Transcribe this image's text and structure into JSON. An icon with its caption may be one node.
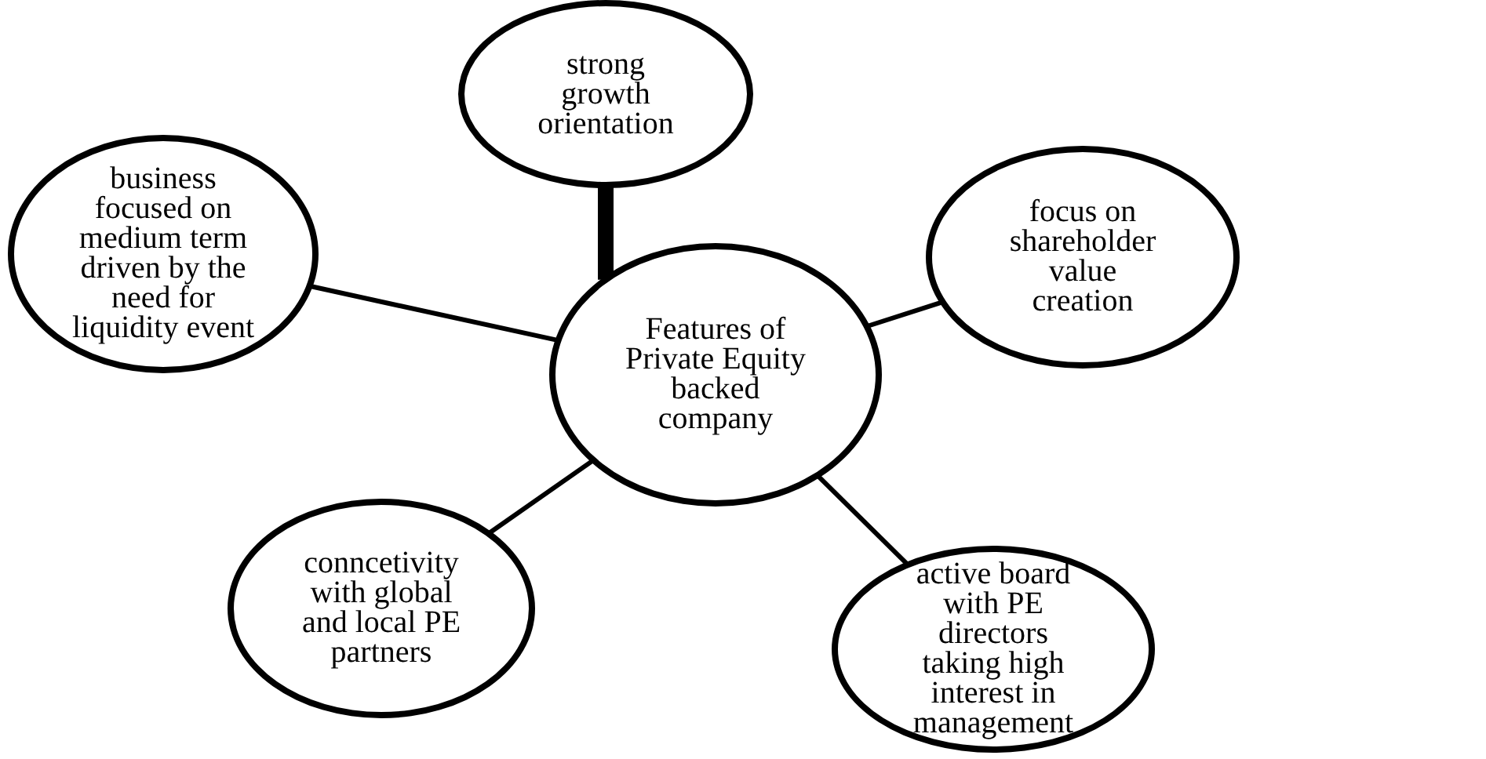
{
  "diagram": {
    "nodes": [
      {
        "text": [
          "Features of Private Equity backed company"
        ]
      },
      {
        "text": [
          "strong growth orientation"
        ]
      },
      {
        "text": [
          "business focused on medium term driven by  the need for liquidity event"
        ]
      },
      {
        "text": [
          "focus on shareholder value creation"
        ]
      },
      {
        "text": [
          "conncetivity with global and local PE partners"
        ]
      },
      {
        "text": [
          "active board with PE directors taking high interest in management"
        ]
      }
    ],
    "edges": [
      {
        "from": 0,
        "to": 1,
        "arrow": "none",
        "style": "thick"
      },
      {
        "from": 0,
        "to": 2,
        "arrow": "none"
      },
      {
        "from": 0,
        "to": 3,
        "arrow": "none"
      },
      {
        "from": 0,
        "to": 4,
        "arrow": "none"
      },
      {
        "from": 0,
        "to": 5,
        "arrow": "none"
      }
    ]
  }
}
